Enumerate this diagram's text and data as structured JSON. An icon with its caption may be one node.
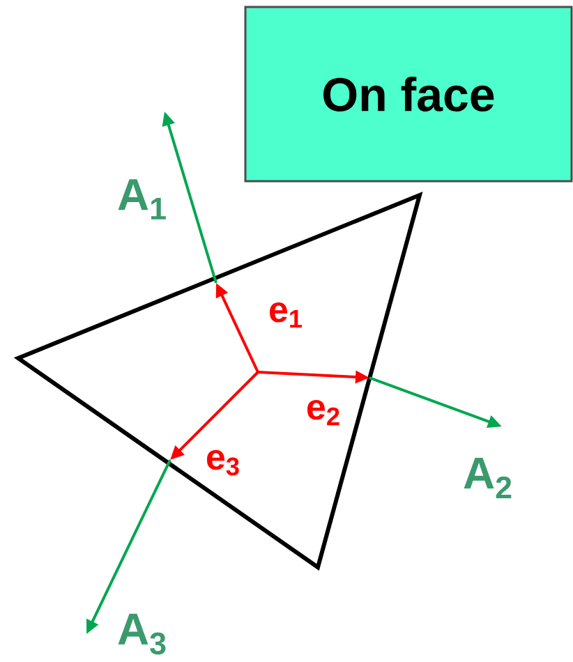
{
  "diagram": {
    "nodes": [
      {
        "text": [
          "On face"
        ]
      }
    ],
    "labels": [
      "A$_{1}$",
      "e$_{1}$",
      "e$_{2}$",
      "A$_{2}$",
      "e$_{3}$",
      "A$_{3}$"
    ]
  }
}
